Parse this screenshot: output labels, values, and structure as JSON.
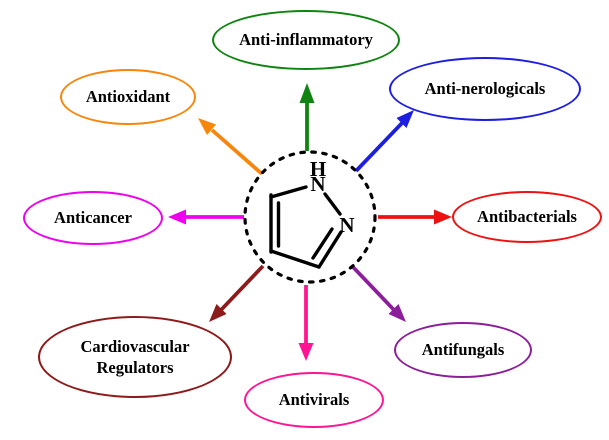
{
  "nodes": [
    {
      "id": "anti-inflammatory",
      "label": "Anti-inflammatory",
      "color": "#108410"
    },
    {
      "id": "anti-nerologicals",
      "label": "Anti-nerologicals",
      "color": "#1e1ee0"
    },
    {
      "id": "antibacterials",
      "label": "Antibacterials",
      "color": "#ee1111"
    },
    {
      "id": "antifungals",
      "label": "Antifungals",
      "color": "#8c1e9b"
    },
    {
      "id": "antivirals",
      "label": "Antivirals",
      "color": "#ff1493"
    },
    {
      "id": "cardiovascular-regulators",
      "label": "Cardiovascular Regulators",
      "color": "#8e1b1b"
    },
    {
      "id": "anticancer",
      "label": "Anticancer",
      "color": "#ee00ee"
    },
    {
      "id": "antioxidant",
      "label": "Antioxidant",
      "color": "#f8860b"
    }
  ],
  "molecule": {
    "atoms": {
      "h": "H",
      "n1": "N",
      "n2": "N"
    },
    "outline_color": "#000000"
  }
}
